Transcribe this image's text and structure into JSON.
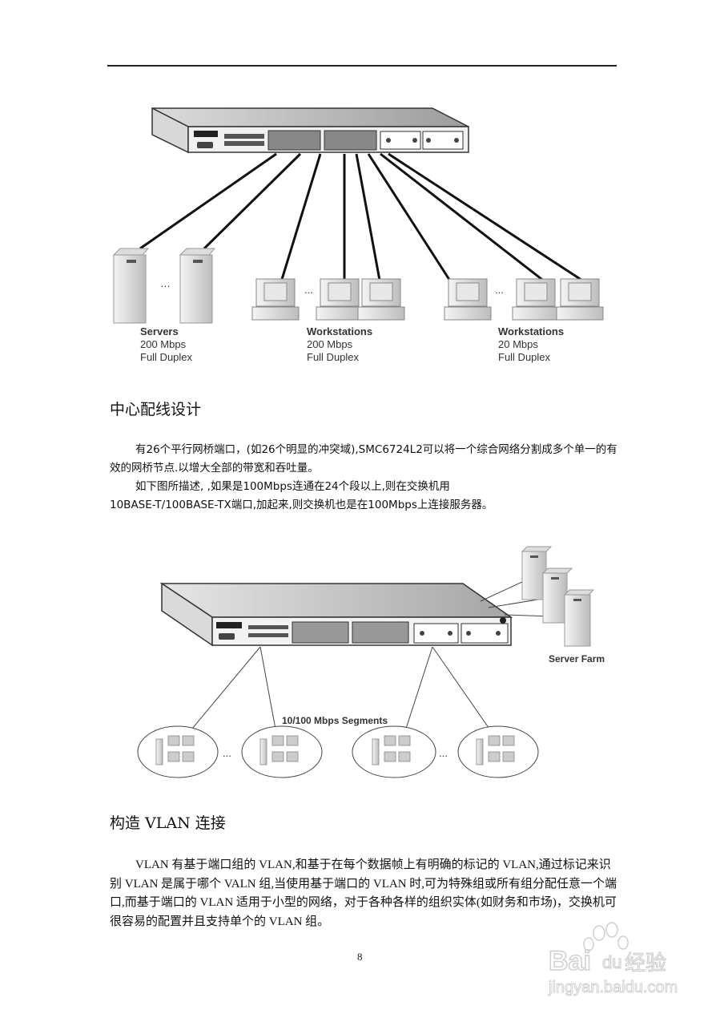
{
  "page": {
    "number": "8"
  },
  "figure1": {
    "groups": [
      {
        "title": "Servers",
        "speed": "200 Mbps",
        "mode": "Full Duplex"
      },
      {
        "title": "Workstations",
        "speed": "200 Mbps",
        "mode": "Full Duplex"
      },
      {
        "title": "Workstations",
        "speed": "20 Mbps",
        "mode": "Full Duplex"
      }
    ],
    "ellipsis": "..."
  },
  "section1": {
    "heading": "中心配线设计",
    "paragraphs": [
      "有26个平行网桥端口，(如26个明显的冲突域),SMC6724L2可以将一个综合网络分割成多个单一的有效的网桥节点.以增大全部的带宽和吞吐量。",
      "如下图所描述, ,如果是100Mbps连通在24个段以上,则在交换机用",
      "10BASE-T/100BASE-TX端口,加起来,则交换机也是在100Mbps上连接服务器。"
    ]
  },
  "figure2": {
    "server_farm_label": "Server Farm",
    "segments_label": "10/100 Mbps Segments",
    "ellipsis": "..."
  },
  "section2": {
    "heading": "构造 VLAN 连接",
    "paragraph": "VLAN 有基于端口组的 VLAN,和基于在每个数据帧上有明确的标记的 VLAN,通过标记来识别 VLAN 是属于哪个 VALN 组,当使用基于端口的 VLAN 时,可为特殊组或所有组分配任意一个端口,而基于端口的 VLAN 适用于小型的网络，对于各种各样的组织实体(如财务和市场)，交换机可很容易的配置并且支持单个的 VLAN 组。"
  },
  "watermark": {
    "brand": "Bai",
    "brand_du": "du",
    "brand_cn": "经验",
    "url": "jingyan.baidu.com"
  }
}
